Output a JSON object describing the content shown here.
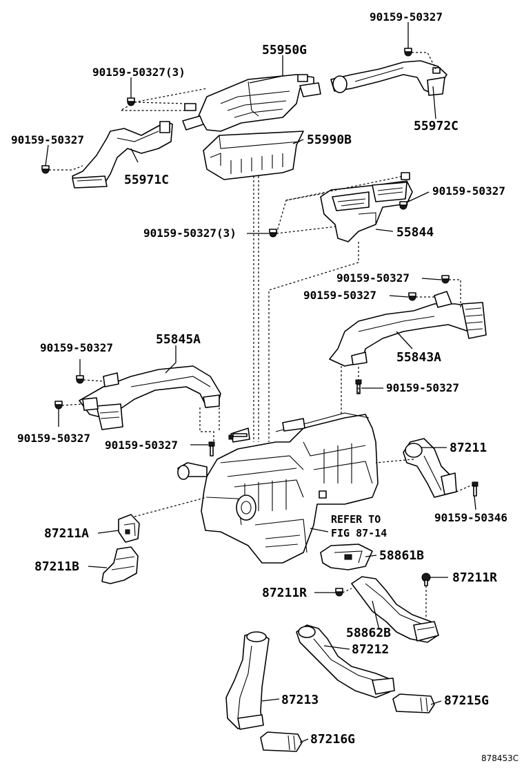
{
  "labels": {
    "p90159_top": "90159-50327",
    "p55950G": "55950G",
    "p90159_3_top": "90159-50327(3)",
    "p55972C": "55972C",
    "p90159_left": "90159-50327",
    "p55990B": "55990B",
    "p55971C": "55971C",
    "p90159_r1": "90159-50327",
    "p90159_3_mid": "90159-50327(3)",
    "p55844": "55844",
    "p90159_r2": "90159-50327",
    "p90159_r3": "90159-50327",
    "p55843A": "55843A",
    "p90159_l2": "90159-50327",
    "p55845A": "55845A",
    "p90159_r4": "90159-50327",
    "p90159_l3": "90159-50327",
    "p90159_c": "90159-50327",
    "p87211": "87211",
    "p90159_50346": "90159-50346",
    "p87211A": "87211A",
    "refer1": "REFER TO",
    "refer2": "FIG 87-14",
    "p58861B": "58861B",
    "p87211B": "87211B",
    "p87211R_r": "87211R",
    "p87211R_l": "87211R",
    "p58862B": "58862B",
    "p87212": "87212",
    "p87213": "87213",
    "p87215G": "87215G",
    "p87216G": "87216G",
    "figure_id": "878453C"
  }
}
